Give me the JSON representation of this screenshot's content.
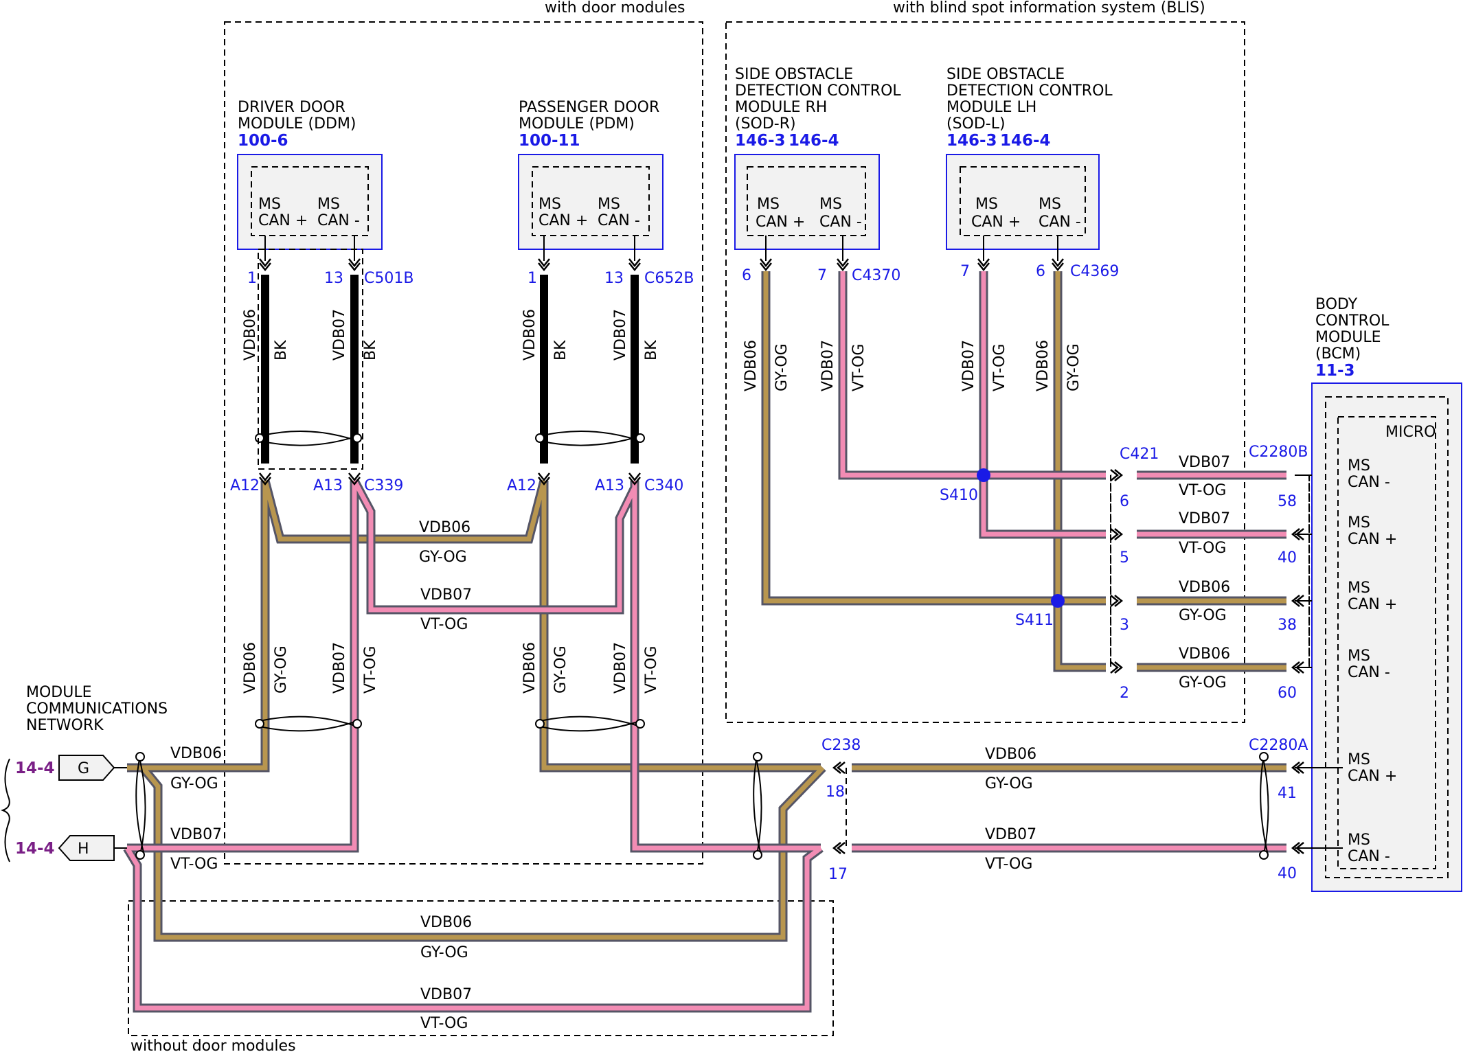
{
  "groups": {
    "with_door_modules": "with door modules",
    "with_blis": "with blind spot information system (BLIS)",
    "without_door_modules": "without door modules"
  },
  "modules": {
    "ddm": {
      "l1": "DRIVER DOOR",
      "l2": "MODULE (DDM)",
      "ref": "100-6"
    },
    "pdm": {
      "l1": "PASSENGER DOOR",
      "l2": "MODULE (PDM)",
      "ref": "100-11"
    },
    "sodr": {
      "l1": "SIDE OBSTACLE",
      "l2": "DETECTION CONTROL",
      "l3": "MODULE RH",
      "l4": "(SOD-R)",
      "ref1": "146-3",
      "ref2": "146-4"
    },
    "sodl": {
      "l1": "SIDE OBSTACLE",
      "l2": "DETECTION CONTROL",
      "l3": "MODULE LH",
      "l4": "(SOD-L)",
      "ref1": "146-3",
      "ref2": "146-4"
    },
    "bcm": {
      "l1": "BODY",
      "l2": "CONTROL",
      "l3": "MODULE",
      "l4": "(BCM)",
      "ref": "11-3",
      "micro": "MICRO"
    },
    "mcn": {
      "l1": "MODULE",
      "l2": "COMMUNICATIONS",
      "l3": "NETWORK"
    }
  },
  "pins": {
    "ms": "MS",
    "can_plus": "CAN +",
    "can_minus": "CAN -"
  },
  "connectors": {
    "c501b": "C501B",
    "c652b": "C652B",
    "c4370": "C4370",
    "c4369": "C4369",
    "c339": "C339",
    "c340": "C340",
    "c421": "C421",
    "c2280b": "C2280B",
    "c2280a": "C2280A",
    "c238": "C238",
    "s410": "S410",
    "s411": "S411"
  },
  "pin_numbers": {
    "ddm_1": "1",
    "ddm_13": "13",
    "pdm_1": "1",
    "pdm_13": "13",
    "sodr_6": "6",
    "sodr_7": "7",
    "sodl_7": "7",
    "sodl_6": "6",
    "a12": "A12",
    "a13": "A13",
    "c421_6": "6",
    "c421_5": "5",
    "c421_3": "3",
    "c421_2": "2",
    "bcm_58": "58",
    "bcm_40a": "40",
    "bcm_38": "38",
    "bcm_60": "60",
    "bcm_41": "41",
    "bcm_40b": "40",
    "c238_18": "18",
    "c238_17": "17"
  },
  "wires": {
    "vdb06": "VDB06",
    "vdb07": "VDB07",
    "bk": "BK",
    "gy_og": "GY-OG",
    "vt_og": "VT-OG"
  },
  "refs": {
    "ref14_4": "14-4",
    "pin_g": "G",
    "pin_h": "H"
  },
  "colors": {
    "pink": "#f28cb4",
    "gold": "#b8964f",
    "gray": "#555566",
    "black": "#000000",
    "blue": "#1a1ae6",
    "purple": "#7a1f86"
  }
}
